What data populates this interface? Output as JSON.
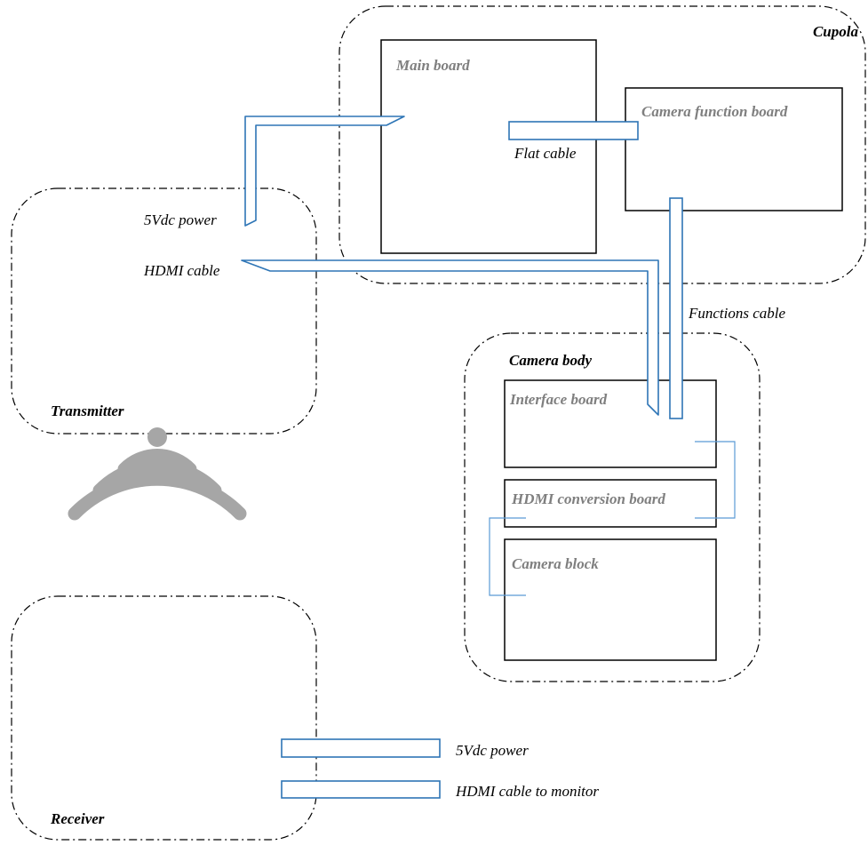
{
  "colors": {
    "cable": "#2e75b6",
    "thin_wire": "#5b9bd5",
    "board_text": "#7f7f7f",
    "wifi": "#a6a6a6",
    "outline": "#000000"
  },
  "groups": {
    "cupola": "Cupola",
    "transmitter": "Transmitter",
    "camera_body": "Camera body",
    "receiver": "Receiver"
  },
  "boards": {
    "main_board": "Main board",
    "camera_function_board": "Camera function board",
    "interface_board": "Interface board",
    "hdmi_conversion_board": "HDMI conversion board",
    "camera_block": "Camera block"
  },
  "cables": {
    "power_5vdc": "5Vdc power",
    "hdmi": "HDMI cable",
    "flat": "Flat cable",
    "functions": "Functions cable",
    "receiver_power": "5Vdc power",
    "receiver_hdmi": "HDMI cable to monitor"
  },
  "icons": {
    "wireless": "wifi-signal-icon"
  }
}
